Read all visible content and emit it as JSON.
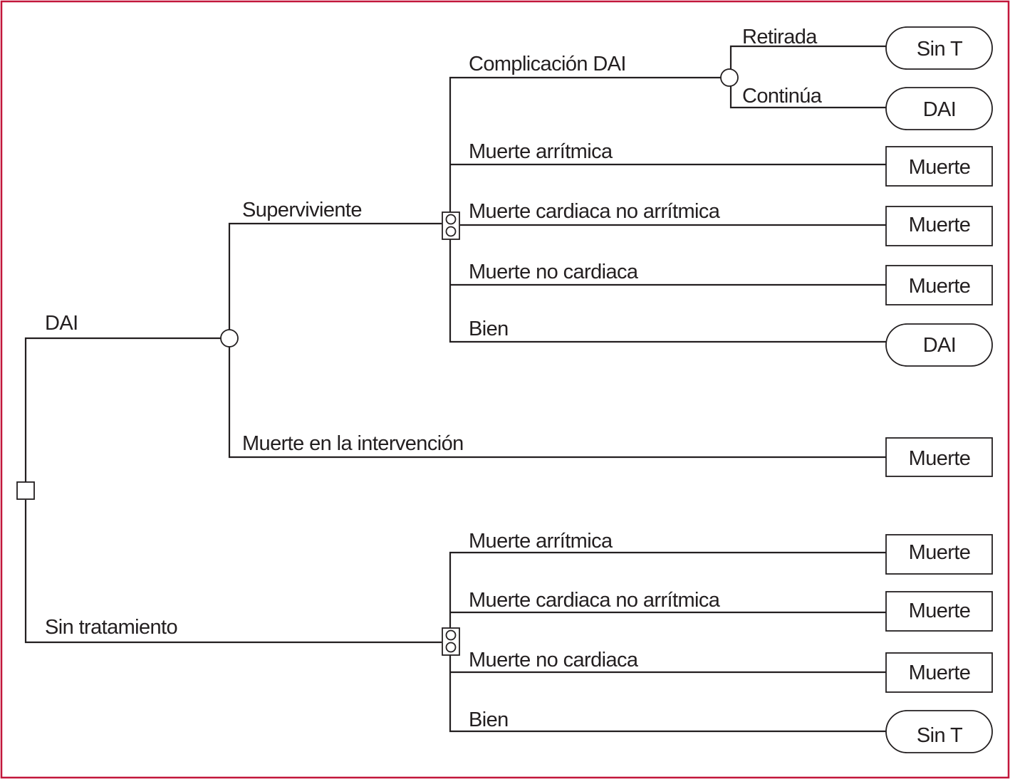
{
  "tree": {
    "decision_options": {
      "dai": "DAI",
      "sin_tratamiento": "Sin tratamiento"
    },
    "dai_branch": {
      "superviviente": "Superviviente",
      "muerte_intervencion": "Muerte en la intervención",
      "muerte_intervencion_outcome": "Muerte",
      "markov": {
        "complicacion": "Complicación DAI",
        "complicacion_options": {
          "retirada": "Retirada",
          "retirada_outcome": "Sin T",
          "continua": "Continúa",
          "continua_outcome": "DAI"
        },
        "muerte_arritmica": "Muerte arrítmica",
        "muerte_arritmica_outcome": "Muerte",
        "muerte_cardiaca": "Muerte cardiaca no arrítmica",
        "muerte_cardiaca_outcome": "Muerte",
        "muerte_no_cardiaca": "Muerte no cardiaca",
        "muerte_no_cardiaca_outcome": "Muerte",
        "bien": "Bien",
        "bien_outcome": "DAI"
      }
    },
    "sin_tratamiento_branch": {
      "markov": {
        "muerte_arritmica": "Muerte arrítmica",
        "muerte_arritmica_outcome": "Muerte",
        "muerte_cardiaca": "Muerte cardiaca no arrítmica",
        "muerte_cardiaca_outcome": "Muerte",
        "muerte_no_cardiaca": "Muerte no cardiaca",
        "muerte_no_cardiaca_outcome": "Muerte",
        "bien": "Bien",
        "bien_outcome": "Sin T"
      }
    }
  },
  "colors": {
    "frame": "#c2163a",
    "line": "#231f20",
    "background": "#ffffff"
  }
}
